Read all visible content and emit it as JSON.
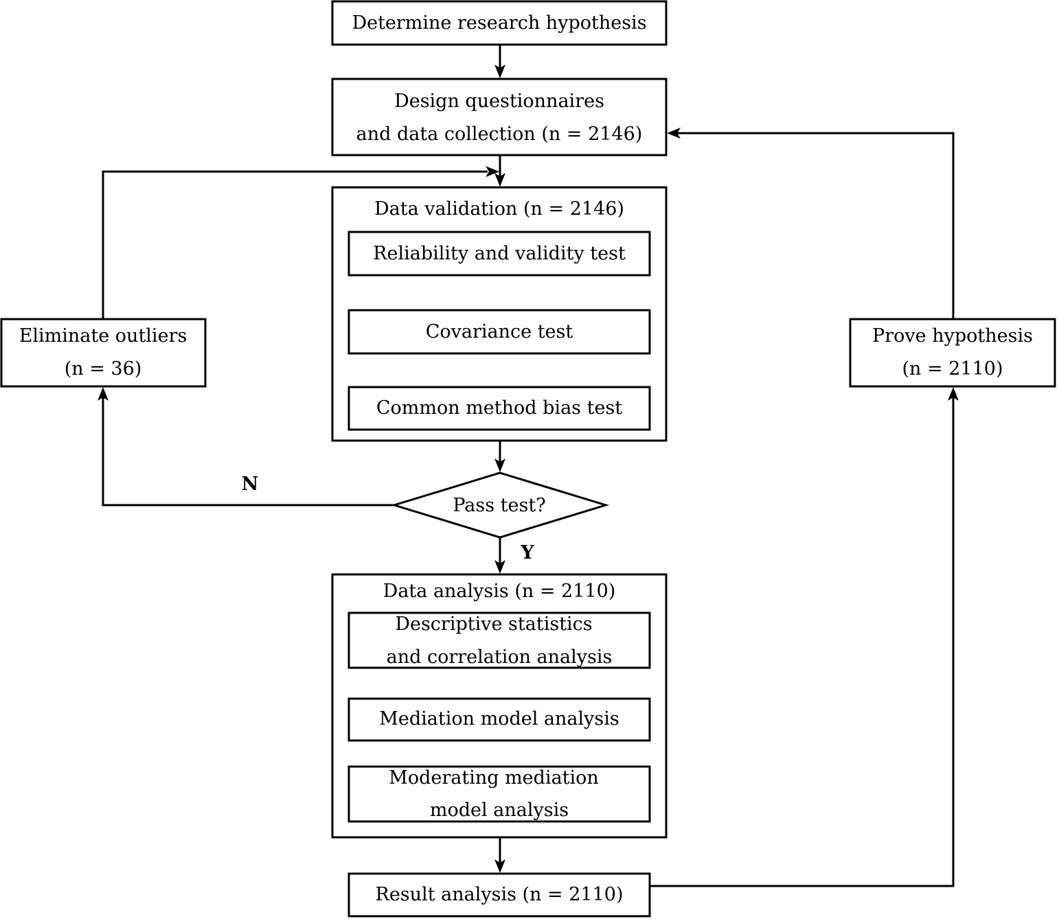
{
  "nodes": {
    "hypothesis": {
      "label": "Determine research hypothesis"
    },
    "design": {
      "line1": "Design  questionnaires",
      "line2": "and data collection (n = 2146)"
    },
    "validation": {
      "title": "Data  validation (n = 2146)",
      "steps": [
        "Reliability and validity test",
        "Covariance test",
        "Common method bias test"
      ]
    },
    "decision": {
      "label": "Pass test?"
    },
    "analysis": {
      "title": "Data analysis (n = 2110)",
      "step1_line1": "Descriptive statistics",
      "step1_line2": "and correlation analysis",
      "step2": "Mediation model analysis",
      "step3_line1": "Moderating mediation",
      "step3_line2": "model analysis"
    },
    "result": {
      "label": "Result analysis (n = 2110)"
    },
    "outliers": {
      "line1": "Eliminate outliers",
      "line2": "(n = 36)"
    },
    "prove": {
      "line1": "Prove hypothesis",
      "line2": "(n = 2110)"
    }
  },
  "edge_labels": {
    "no": "N",
    "yes": "Y"
  }
}
